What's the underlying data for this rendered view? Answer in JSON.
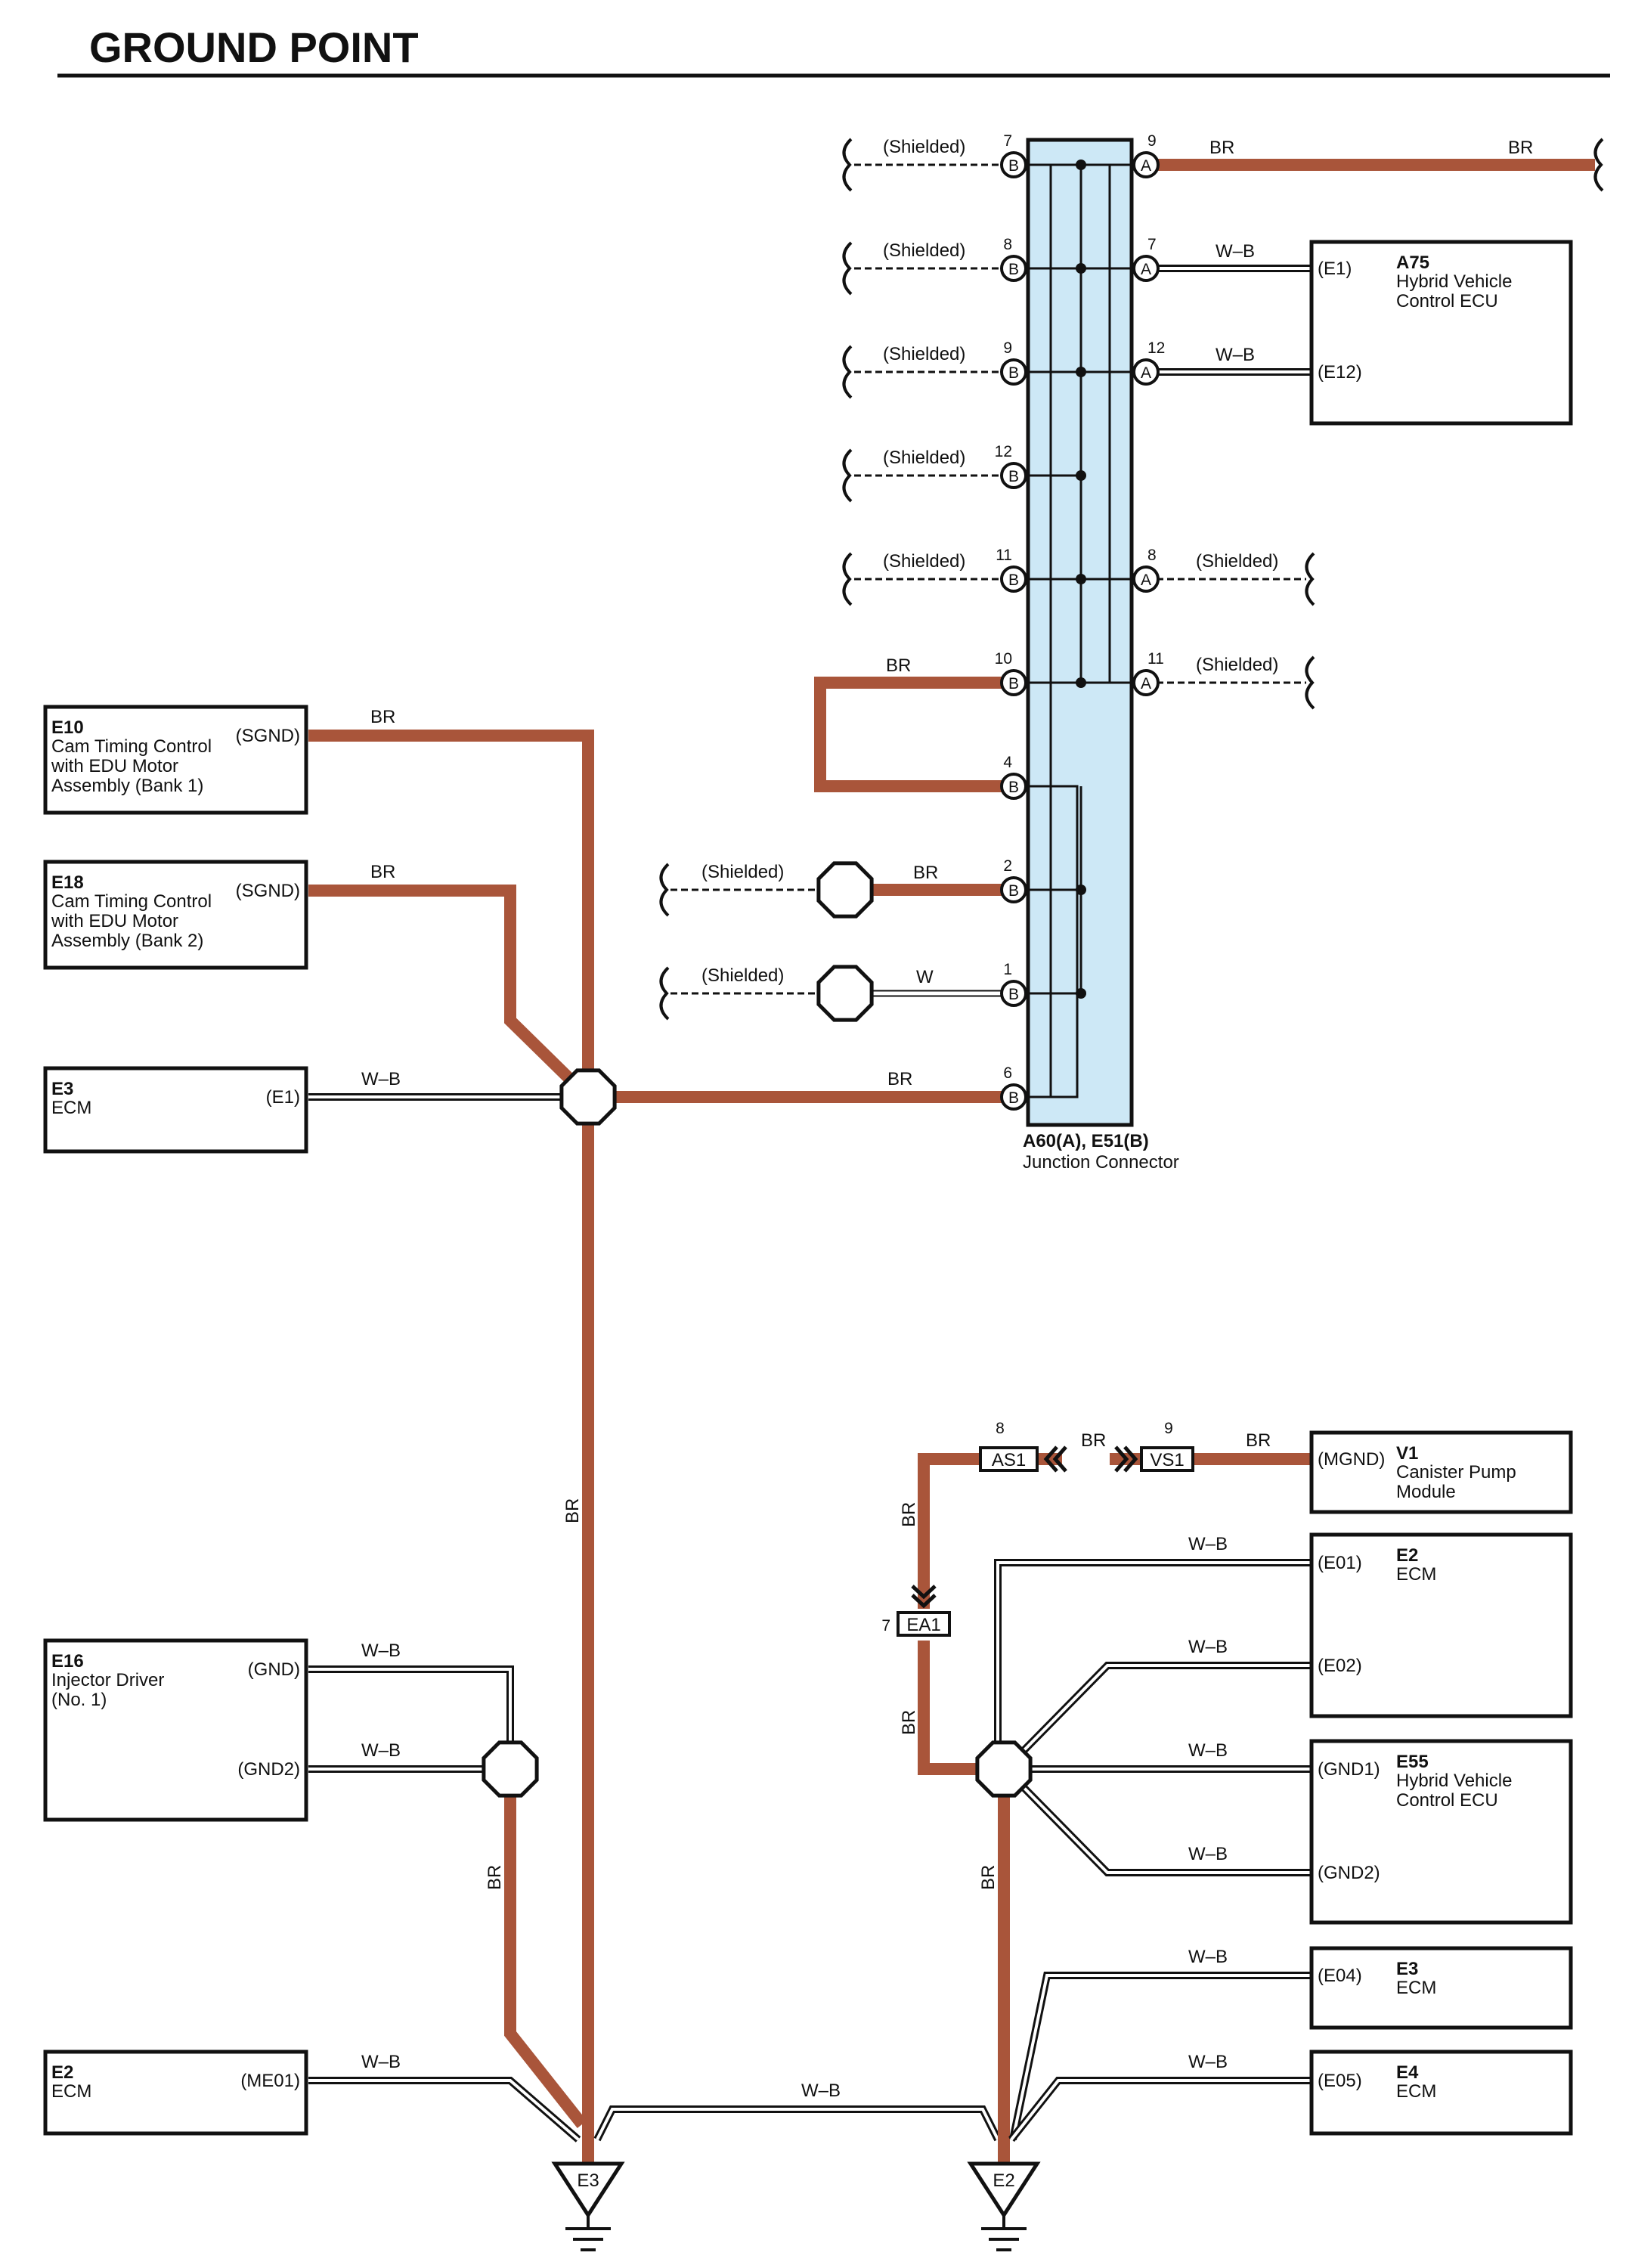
{
  "title": "GROUND POINT",
  "colors": {
    "br_wire": "#a9553a",
    "junction_fill": "#cde8f6",
    "ink": "#111111",
    "paper": "#ffffff"
  },
  "junction": {
    "code": "A60(A), E51(B)",
    "name": "Junction Connector"
  },
  "left_components": [
    {
      "code": "E10",
      "lines": [
        "Cam Timing Control",
        "with EDU Motor",
        "Assembly (Bank 1)"
      ],
      "pin": "(SGND)",
      "wire": "BR"
    },
    {
      "code": "E18",
      "lines": [
        "Cam Timing Control",
        "with EDU Motor",
        "Assembly (Bank 2)"
      ],
      "pin": "(SGND)",
      "wire": "BR"
    },
    {
      "code": "E3",
      "lines": [
        "ECM"
      ],
      "pin": "(E1)",
      "wire": "W–B"
    },
    {
      "code": "E16",
      "lines": [
        "Injector Driver",
        "(No. 1)"
      ],
      "pins": [
        "(GND)",
        "(GND2)"
      ],
      "wires": [
        "W–B",
        "W–B"
      ]
    },
    {
      "code": "E2",
      "lines": [
        "ECM"
      ],
      "pin": "(ME01)",
      "wire": "W–B"
    }
  ],
  "right_components": [
    {
      "code": "A75",
      "lines": [
        "Hybrid Vehicle",
        "Control ECU"
      ],
      "pins": [
        "(E1)",
        "(E12)"
      ]
    },
    {
      "code": "V1",
      "lines": [
        "Canister Pump",
        "Module"
      ],
      "pins": [
        "(MGND)"
      ]
    },
    {
      "code": "E2",
      "lines": [
        "ECM"
      ],
      "pins": [
        "(E01)",
        "(E02)"
      ]
    },
    {
      "code": "E55",
      "lines": [
        "Hybrid Vehicle",
        "Control ECU"
      ],
      "pins": [
        "(GND1)",
        "(GND2)"
      ]
    },
    {
      "code": "E3",
      "lines": [
        "ECM"
      ],
      "pins": [
        "(E04)"
      ]
    },
    {
      "code": "E4",
      "lines": [
        "ECM"
      ],
      "pins": [
        "(E05)"
      ]
    }
  ],
  "b_side": {
    "pins": [
      "7",
      "8",
      "9",
      "12",
      "11",
      "10",
      "4",
      "2",
      "1",
      "6"
    ],
    "letter": "B",
    "shield_label": "(Shielded)",
    "br_label": "BR",
    "w_label": "W"
  },
  "a_side": {
    "pins": [
      "9",
      "7",
      "12",
      "8",
      "11"
    ],
    "letter": "A",
    "wires": [
      "BR",
      "W–B",
      "W–B",
      "(Shielded)",
      "(Shielded)"
    ],
    "far_label": "BR"
  },
  "connectors": {
    "as1": "AS1",
    "vs1": "VS1",
    "ea1": "EA1",
    "as1_pin": "8",
    "vs1_pin": "9",
    "ea1_pin": "7"
  },
  "grounds": [
    "E3",
    "E2"
  ],
  "wire_labels": {
    "br": "BR",
    "wb": "W–B"
  }
}
